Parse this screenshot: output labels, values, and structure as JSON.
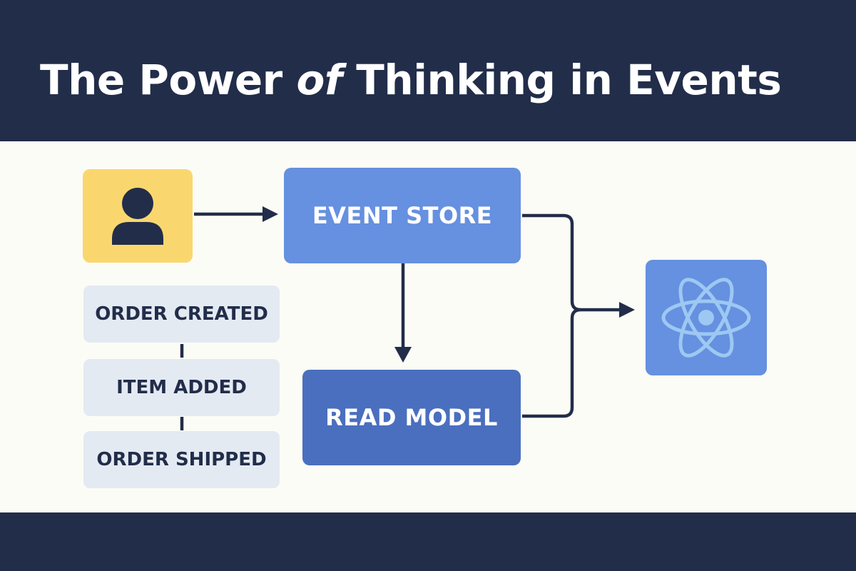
{
  "title": {
    "before": "The Power ",
    "emphasis": "of",
    "after": " Thinking in Events"
  },
  "diagram": {
    "event_store_label": "EVENT STORE",
    "read_model_label": "READ MODEL",
    "events": [
      {
        "label": "ORDER CREATED"
      },
      {
        "label": "ITEM ADDED"
      },
      {
        "label": "ORDER SHIPPED"
      }
    ],
    "icons": {
      "user": "user-icon",
      "react": "react-atom-icon"
    }
  },
  "colors": {
    "navy": "#222d4a",
    "canvas": "#fcfcf6",
    "user_yellow": "#fad76e",
    "store_blue": "#6690e0",
    "read_blue": "#4a6fbe",
    "chip_gray": "#e4eaf2",
    "atom_light": "#9cc8f2"
  }
}
